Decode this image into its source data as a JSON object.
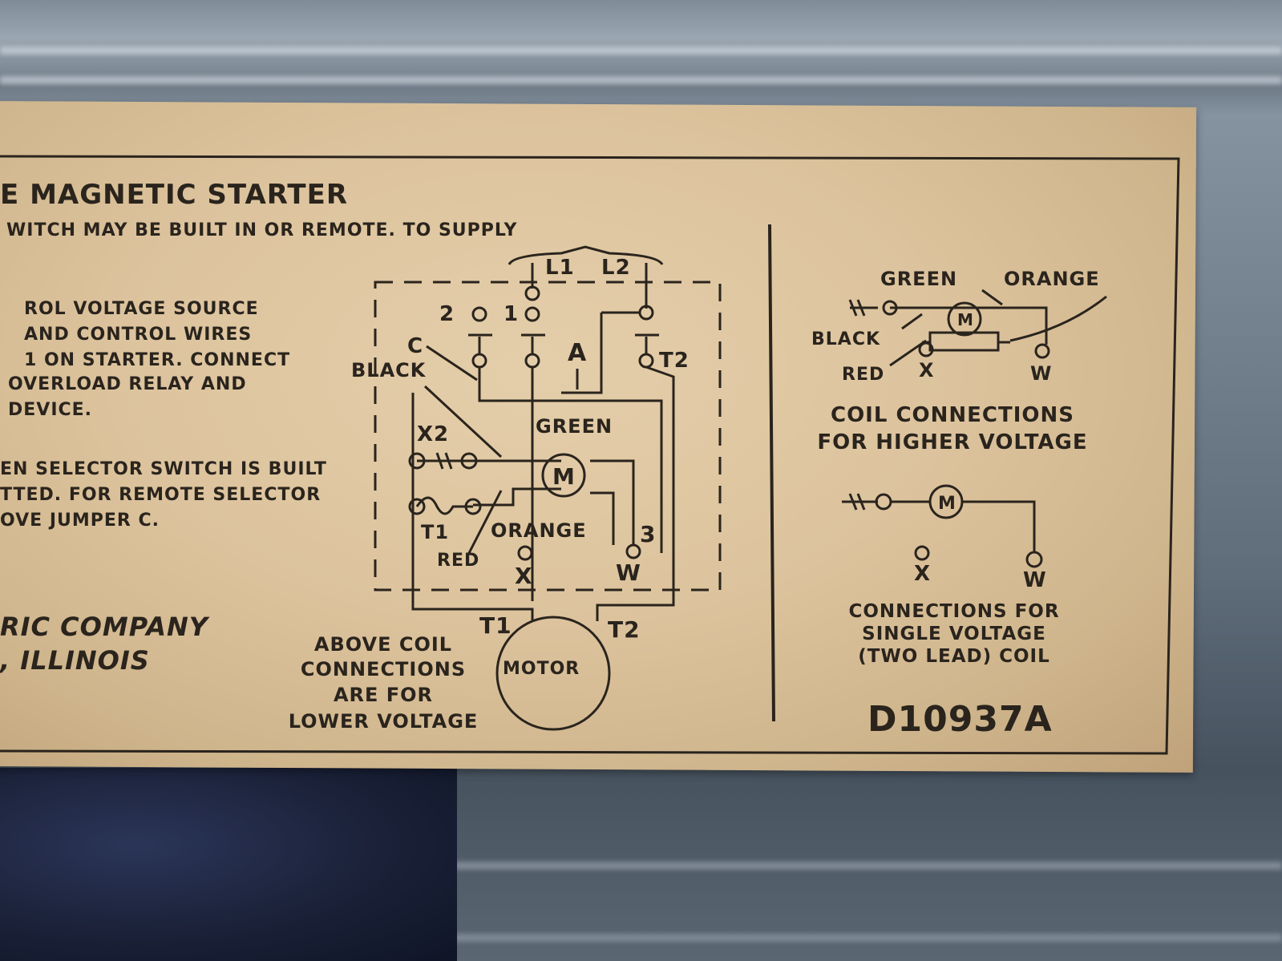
{
  "header": {
    "title": "E MAGNETIC STARTER",
    "subtitle": "WITCH MAY BE BUILT IN OR REMOTE. TO SUPPLY"
  },
  "instructions": {
    "para1": [
      "ROL VOLTAGE SOURCE",
      "AND CONTROL WIRES",
      "1 ON STARTER. CONNECT",
      "OVERLOAD RELAY AND",
      "DEVICE."
    ],
    "para2": [
      "EN SELECTOR SWITCH IS BUILT",
      "TTED. FOR REMOTE SELECTOR",
      "OVE JUMPER C."
    ]
  },
  "company": {
    "line1": "RIC COMPANY",
    "line2": ", ILLINOIS"
  },
  "main_diagram": {
    "supply_l1": "L1",
    "supply_l2": "L2",
    "terminal_2": "2",
    "terminal_1": "1",
    "jumper_c": "C",
    "label_a": "A",
    "label_t2_top": "T2",
    "wire_black": "BLACK",
    "label_x2": "X2",
    "wire_green": "GREEN",
    "coil_m": "M",
    "label_t1_small": "T1",
    "wire_orange": "ORANGE",
    "label_3": "3",
    "wire_red": "RED",
    "term_x": "X",
    "term_w": "W",
    "motor_t1": "T1",
    "motor_t2": "T2",
    "motor": "MOTOR"
  },
  "lower_note": [
    "ABOVE COIL",
    "CONNECTIONS",
    "ARE FOR",
    "LOWER VOLTAGE"
  ],
  "higher_voltage": {
    "green": "GREEN",
    "orange": "ORANGE",
    "black": "BLACK",
    "red": "RED",
    "coil_m": "M",
    "x": "X",
    "w": "W",
    "caption": [
      "COIL CONNECTIONS",
      "FOR HIGHER VOLTAGE"
    ]
  },
  "single_voltage": {
    "coil_m": "M",
    "x": "X",
    "w": "W",
    "caption": [
      "CONNECTIONS FOR",
      "SINGLE VOLTAGE",
      "(TWO LEAD) COIL"
    ]
  },
  "part_number": "D10937A"
}
